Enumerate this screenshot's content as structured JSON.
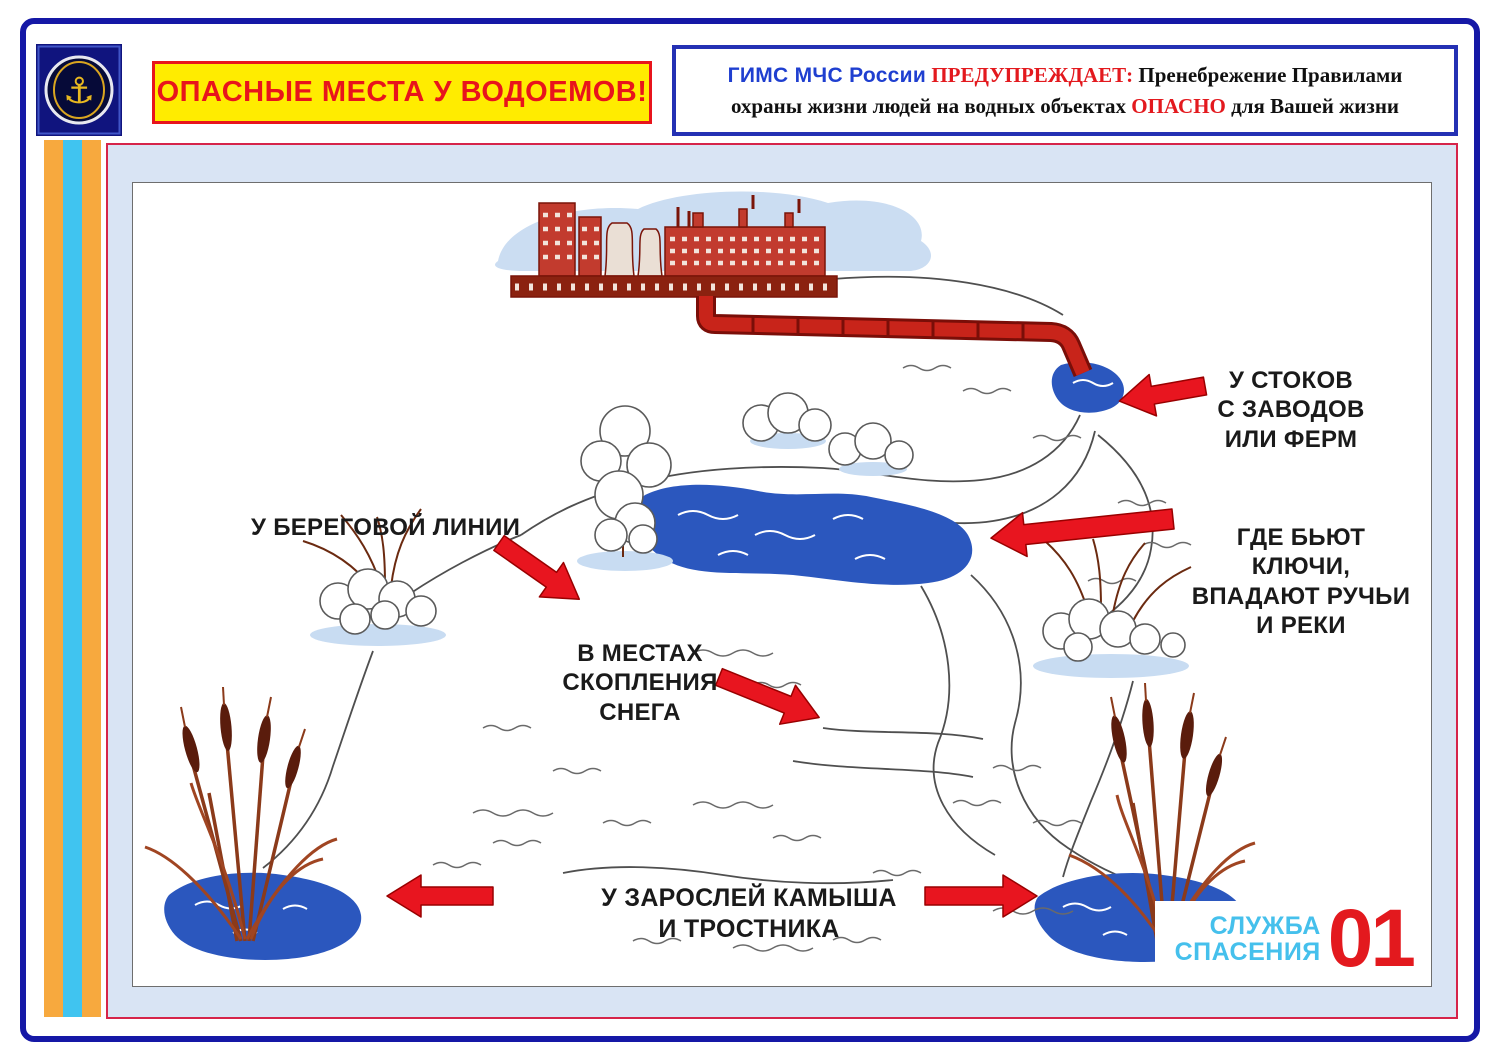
{
  "banner": {
    "title": "ОПАСНЫЕ МЕСТА У ВОДОЕМОВ!"
  },
  "warning": {
    "org": "ГИМС МЧС России",
    "warns": "ПРЕДУПРЕЖДАЕТ:",
    "line1_rest": "Пренебрежение Правилами",
    "line2_start": "охраны жизни людей на водных объектах",
    "danger": "ОПАСНО",
    "line2_end": "для Вашей жизни"
  },
  "emblem": {
    "anchor_icon": "⚓"
  },
  "diagram": {
    "labels": {
      "outflows": {
        "l1": "У СТОКОВ",
        "l2": "С ЗАВОДОВ",
        "l3": "ИЛИ ФЕРМ"
      },
      "springs": {
        "l1": "ГДЕ БЬЮТ КЛЮЧИ,",
        "l2": "ВПАДАЮТ РУЧЬИ",
        "l3": "И РЕКИ"
      },
      "shoreline": {
        "l1": "У БЕРЕГОВОЙ ЛИНИИ"
      },
      "snow": {
        "l1": "В МЕСТАХ",
        "l2": "СКОПЛЕНИЯ",
        "l3": "СНЕГА"
      },
      "reeds": {
        "l1": "У ЗАРОСЛЕЙ КАМЫША",
        "l2": "И ТРОСТНИКА"
      }
    }
  },
  "rescue_badge": {
    "service_line1": "СЛУЖБА",
    "service_line2": "СПАСЕНИЯ",
    "number": "01"
  },
  "colors": {
    "accent_red": "#E3191E",
    "banner_yellow": "#FFEC00",
    "frame_blue": "#1518A6",
    "panel_blue": "#D9E4F4",
    "water_blue": "#2B57BE",
    "stripe_orange": "#F7A93E",
    "stripe_cyan": "#40C4F0",
    "rescue_cyan": "#45C0EC"
  }
}
